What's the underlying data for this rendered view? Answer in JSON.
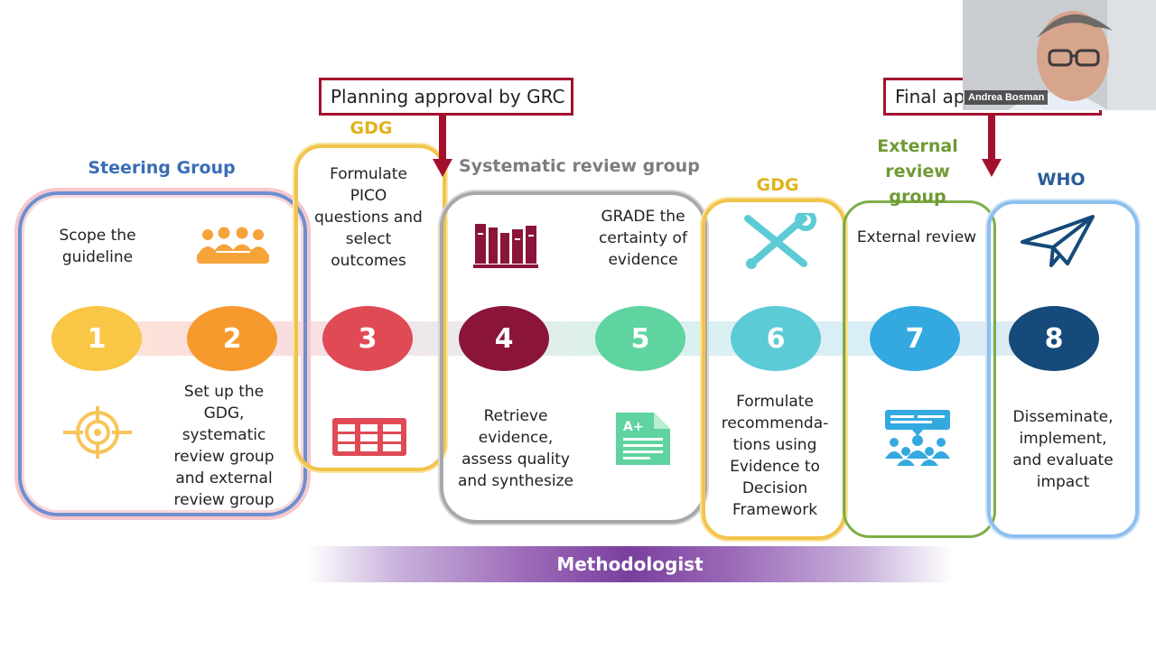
{
  "groups": {
    "steering": {
      "label": "Steering Group",
      "color": "#3a6db5"
    },
    "gdg_left": {
      "label": "GDG",
      "color": "#e0b21c"
    },
    "systematic": {
      "label": "Systematic review group",
      "color": "#7d7d7d"
    },
    "gdg_right": {
      "label": "GDG",
      "color": "#e0b21c"
    },
    "external": {
      "label": "External review group",
      "color": "#6e9a34"
    },
    "who": {
      "label": "WHO",
      "color": "#2a5b9a"
    }
  },
  "approvals": {
    "planning": "Planning approval by GRC",
    "final": "Final approval by GRC"
  },
  "steps": [
    {
      "number": "1",
      "text": "Scope the guideline",
      "color": "#f9c646"
    },
    {
      "number": "2",
      "text": "Set up the GDG, systematic review group and external review group",
      "color": "#f79a2e"
    },
    {
      "number": "3",
      "text": "Formulate PICO questions and select outcomes",
      "color": "#e04a55"
    },
    {
      "number": "4",
      "text": "Retrieve evidence, assess quality and synthesize",
      "color": "#8a1538"
    },
    {
      "number": "5",
      "text": "GRADE the certainty of evidence",
      "color": "#5fd3a0"
    },
    {
      "number": "6",
      "text": "Formulate recommenda-tions using Evidence to Decision Framework",
      "color": "#5ccbd6"
    },
    {
      "number": "7",
      "text": "External review",
      "color": "#33a9e0"
    },
    {
      "number": "8",
      "text": "Disseminate, implement, and evaluate impact",
      "color": "#154a7a"
    }
  ],
  "methodologist": "Methodologist",
  "webcam": {
    "name": "Andrea Bosman"
  },
  "icons": [
    "people-group-icon",
    "target-icon",
    "table-grid-icon",
    "books-icon",
    "graded-document-icon",
    "tools-icon",
    "meeting-icon",
    "paper-plane-icon"
  ]
}
